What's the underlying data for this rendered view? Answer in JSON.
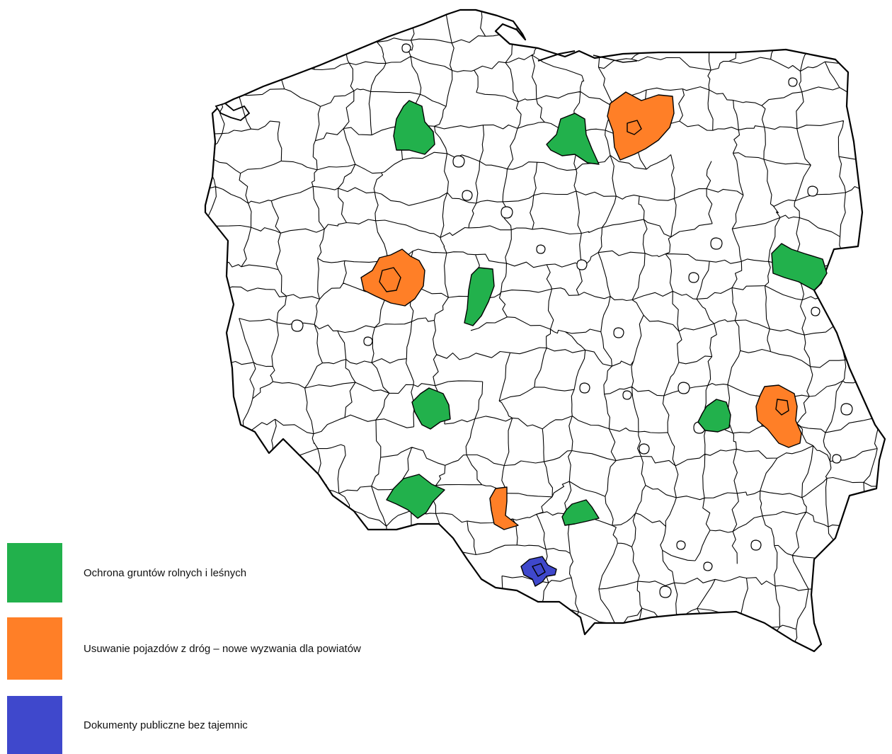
{
  "legend": [
    {
      "label": "Ochrona gruntów rolnych i leśnych",
      "color": "#22b14c",
      "category": "green"
    },
    {
      "label": "Usuwanie pojazdów z dróg – nowe wyzwania dla powiatów",
      "color": "#ff7f27",
      "category": "orange"
    },
    {
      "label": "Dokumenty publiczne bez tajemnic",
      "color": "#3f48cc",
      "category": "blue"
    }
  ],
  "map": {
    "fill_default": "#ffffff",
    "stroke": "#000000",
    "highlighted_regions": [
      {
        "name": "green-region-1",
        "category": "green"
      },
      {
        "name": "green-region-2",
        "category": "green"
      },
      {
        "name": "green-region-3",
        "category": "green"
      },
      {
        "name": "green-region-4",
        "category": "green"
      },
      {
        "name": "green-region-5",
        "category": "green"
      },
      {
        "name": "green-region-6",
        "category": "green"
      },
      {
        "name": "green-region-7",
        "category": "green"
      },
      {
        "name": "green-region-8",
        "category": "green"
      },
      {
        "name": "orange-region-1",
        "category": "orange"
      },
      {
        "name": "orange-region-2",
        "category": "orange"
      },
      {
        "name": "orange-region-3",
        "category": "orange"
      },
      {
        "name": "orange-region-4",
        "category": "orange"
      },
      {
        "name": "blue-region-1",
        "category": "blue"
      }
    ]
  }
}
